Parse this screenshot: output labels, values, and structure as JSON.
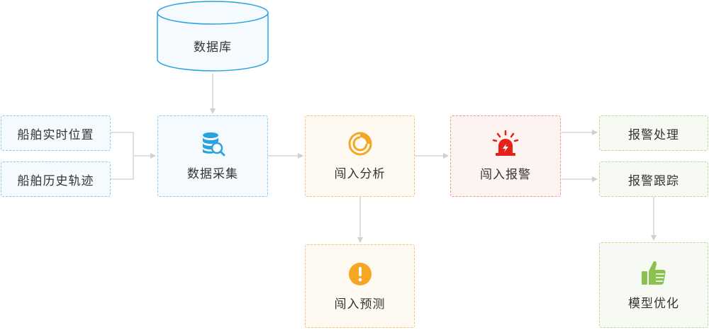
{
  "database": {
    "label": "数据库"
  },
  "sources": [
    {
      "label": "船舶实时位置"
    },
    {
      "label": "船舶历史轨迹"
    }
  ],
  "collect": {
    "label": "数据采集",
    "icon": "database-search-icon"
  },
  "analysis": {
    "label": "闯入分析",
    "icon": "pie-chart-icon"
  },
  "predict": {
    "label": "闯入预测",
    "icon": "exclamation-icon"
  },
  "alarm": {
    "label": "闯入报警",
    "icon": "siren-icon"
  },
  "alarm_handling": {
    "label": "报警处理"
  },
  "alarm_tracking": {
    "label": "报警跟踪"
  },
  "optimize": {
    "label": "模型优化",
    "icon": "thumbs-up-icon"
  },
  "colors": {
    "blue": "#29a3e0",
    "orange": "#f5a623",
    "red": "#e8201a",
    "green": "#8cc152",
    "arrow": "#d0d0d0"
  }
}
